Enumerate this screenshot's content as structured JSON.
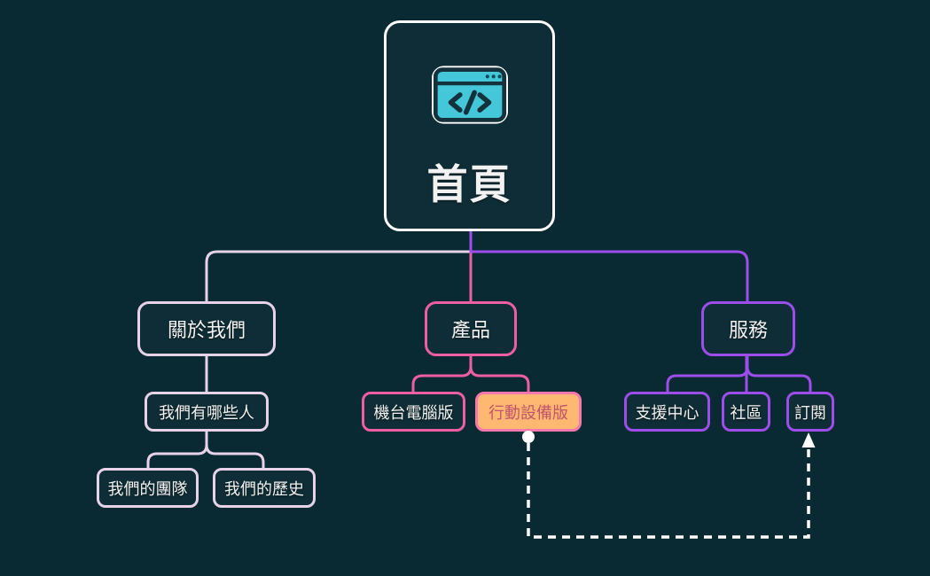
{
  "diagram": {
    "type": "sitemap-tree",
    "background_color": "#0a2a33",
    "node_fill_color": "#0f2d36",
    "root": {
      "label": "首頁",
      "border_color": "#ffffff",
      "icon": "code-browser-icon",
      "icon_color": "#45c7da"
    },
    "branches": [
      {
        "label": "關於我們",
        "color": "#e7d3e7",
        "children": [
          {
            "label": "我們有哪些人",
            "children": [
              {
                "label": "我們的團隊"
              },
              {
                "label": "我們的歷史"
              }
            ]
          }
        ]
      },
      {
        "label": "產品",
        "color": "#ee5fa2",
        "children": [
          {
            "label": "機台電腦版"
          },
          {
            "label": "行動設備版",
            "highlight_fill": "#ffb871",
            "highlight_text": "#c2556c",
            "highlight_border": "#f478ad"
          }
        ]
      },
      {
        "label": "服務",
        "color": "#9d4eea",
        "children": [
          {
            "label": "支援中心"
          },
          {
            "label": "社區"
          },
          {
            "label": "訂閱"
          }
        ]
      }
    ],
    "extra_link": {
      "from": "行動設備版",
      "to": "訂閱",
      "style": "dashed",
      "color": "#ffffff",
      "start_marker": "circle",
      "end_marker": "arrow-up"
    }
  }
}
